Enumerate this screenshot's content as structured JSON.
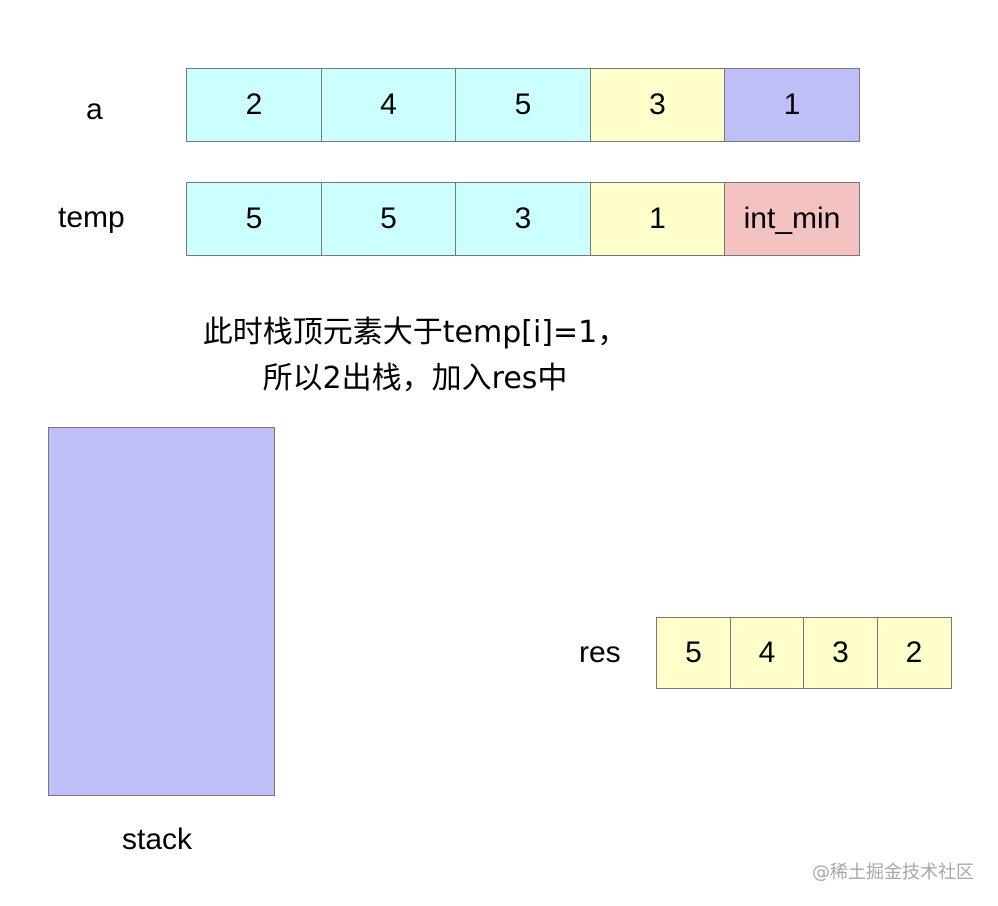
{
  "arrays": {
    "a": {
      "label": "a",
      "cells": [
        {
          "value": "2",
          "color": "#ccffff"
        },
        {
          "value": "4",
          "color": "#ccffff"
        },
        {
          "value": "5",
          "color": "#ccffff"
        },
        {
          "value": "3",
          "color": "#ffffcc"
        },
        {
          "value": "1",
          "color": "#bfbff7"
        }
      ]
    },
    "temp": {
      "label": "temp",
      "cells": [
        {
          "value": "5",
          "color": "#ccffff"
        },
        {
          "value": "5",
          "color": "#ccffff"
        },
        {
          "value": "3",
          "color": "#ccffff"
        },
        {
          "value": "1",
          "color": "#ffffcc"
        },
        {
          "value": "int_min",
          "color": "#f5c2c2"
        }
      ]
    },
    "res": {
      "label": "res",
      "cells": [
        {
          "value": "5",
          "color": "#ffffcc"
        },
        {
          "value": "4",
          "color": "#ffffcc"
        },
        {
          "value": "3",
          "color": "#ffffcc"
        },
        {
          "value": "2",
          "color": "#ffffcc"
        }
      ]
    }
  },
  "caption": {
    "line1": "此时栈顶元素大于temp[i]=1，",
    "line2": "所以2出栈，加入res中"
  },
  "stack": {
    "label": "stack",
    "color": "#bfbff7"
  },
  "watermark": "@稀土掘金技术社区"
}
